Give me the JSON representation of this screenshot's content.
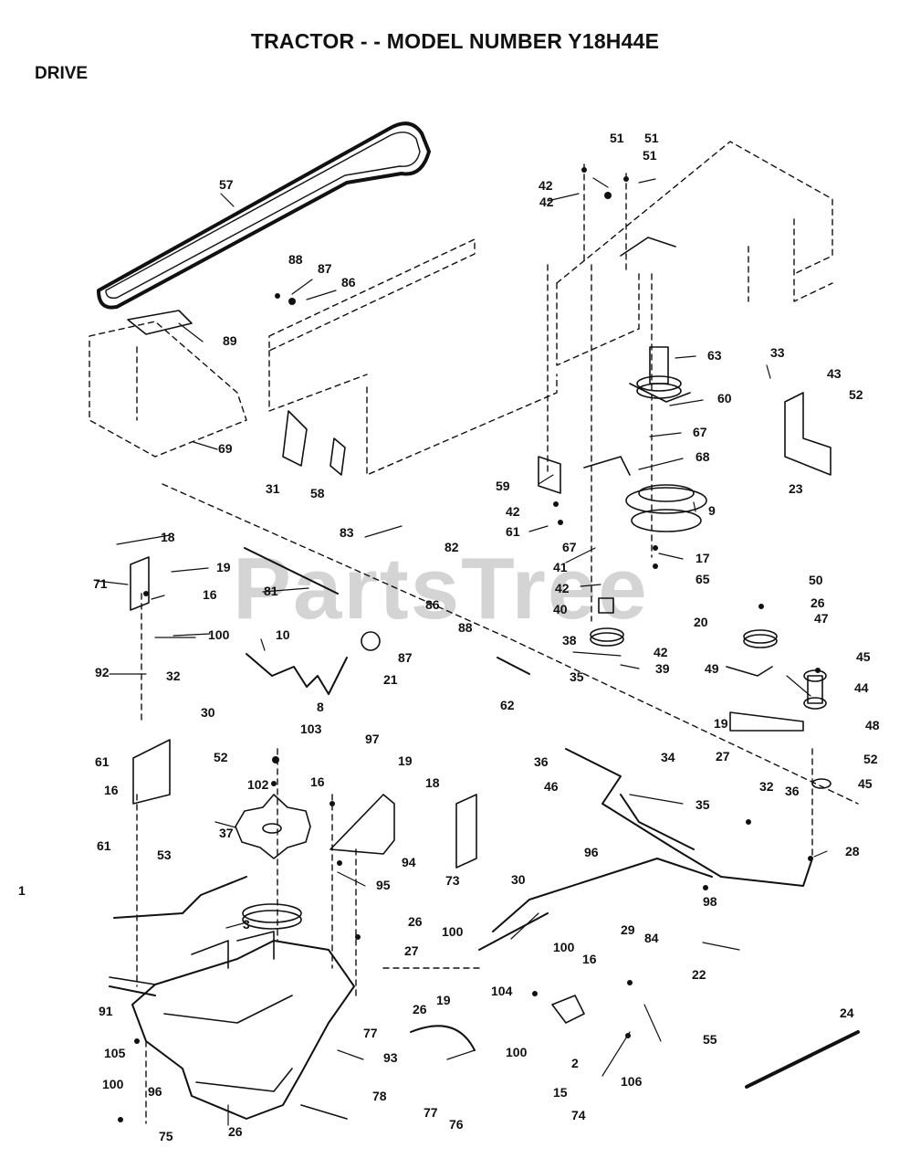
{
  "header": {
    "title": "TRACTOR - - MODEL NUMBER Y18H44E",
    "section": "DRIVE"
  },
  "watermark": "PartsTree",
  "callouts": [
    "57",
    "51",
    "51",
    "42",
    "51",
    "42",
    "88",
    "87",
    "86",
    "89",
    "63",
    "33",
    "43",
    "52",
    "60",
    "67",
    "68",
    "23",
    "69",
    "31",
    "58",
    "59",
    "42",
    "61",
    "67",
    "9",
    "83",
    "18",
    "82",
    "19",
    "71",
    "16",
    "81",
    "86",
    "41",
    "42",
    "17",
    "65",
    "40",
    "20",
    "87",
    "88",
    "50",
    "26",
    "47",
    "100",
    "38",
    "10",
    "42",
    "39",
    "92",
    "21",
    "49",
    "45",
    "44",
    "8",
    "35",
    "62",
    "32",
    "30",
    "36",
    "34",
    "48",
    "19",
    "52",
    "103",
    "27",
    "61",
    "97",
    "19",
    "18",
    "16",
    "102",
    "16",
    "52",
    "45",
    "46",
    "32",
    "36",
    "35",
    "37",
    "94",
    "73",
    "30",
    "61",
    "96",
    "28",
    "53",
    "95",
    "98",
    "26",
    "3",
    "100",
    "29",
    "84",
    "100",
    "16",
    "104",
    "22",
    "27",
    "91",
    "77",
    "26",
    "19",
    "24",
    "55",
    "106",
    "100",
    "93",
    "2",
    "105",
    "100",
    "96",
    "15",
    "78",
    "77",
    "74",
    "76",
    "75",
    "26",
    "1"
  ]
}
